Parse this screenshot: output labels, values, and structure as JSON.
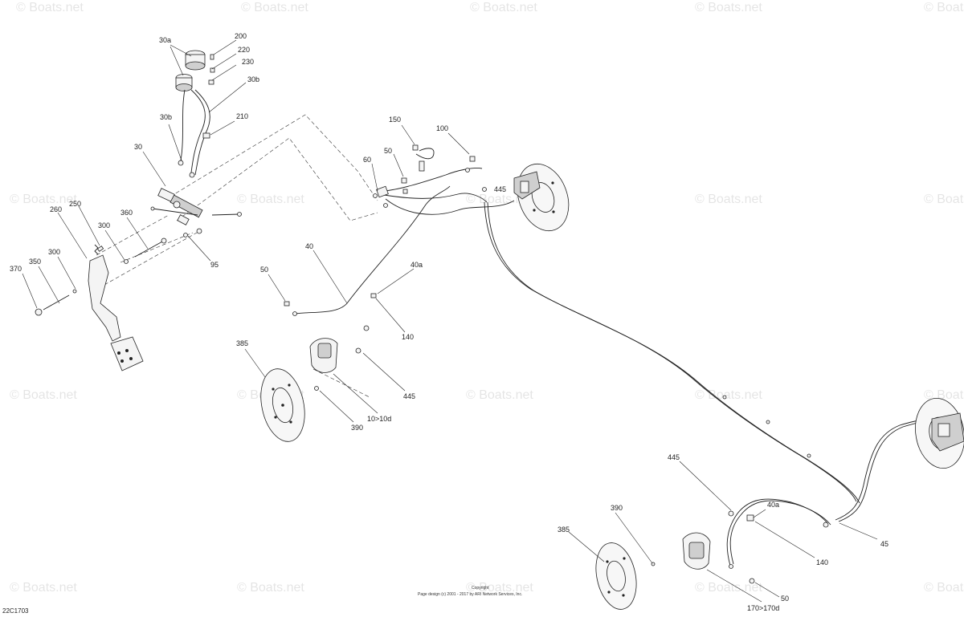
{
  "watermark": "© Boats.net",
  "diagram_code": "22C1703",
  "copyright": {
    "line1": "Copyright",
    "line2": "Page design (c) 2001 - 2017 by ARI Network Services, Inc."
  },
  "callouts": {
    "c200": "200",
    "c220": "220",
    "c230": "230",
    "c30b_top": "30b",
    "c30a": "30a",
    "c30b_left": "30b",
    "c210": "210",
    "c30": "30",
    "c250": "250",
    "c260": "260",
    "c300_a": "300",
    "c360_a": "360",
    "c300_b": "300",
    "c350": "350",
    "c370": "370",
    "c95": "95",
    "c150": "150",
    "c50_a": "50",
    "c100": "100",
    "c60": "60",
    "c445_a": "445",
    "c40": "40",
    "c50_b": "50",
    "c40a_a": "40a",
    "c140_a": "140",
    "c385_a": "385",
    "c445_b": "445",
    "c10": "10>10d",
    "c390_a": "390",
    "c445_c": "445",
    "c40a_b": "40a",
    "c140_b": "140",
    "c45": "45",
    "c390_b": "390",
    "c385_b": "385",
    "c50_c": "50",
    "c170": "170>170d"
  }
}
